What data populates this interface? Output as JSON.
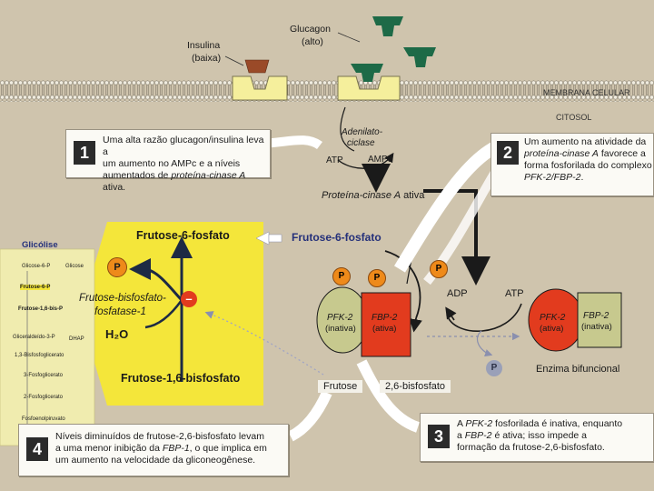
{
  "hormones": {
    "glucagon_label": "Glucagon",
    "glucagon_level": "(alto)",
    "insulin_label": "Insulina",
    "insulin_level": "(baixa)"
  },
  "membrane_label": "MEMBRANA CELULAR",
  "cytosol_label": "CITOSOL",
  "adenylate": {
    "enzyme_line1": "Adenilato-",
    "enzyme_line2": "ciclase",
    "substrate": "ATP",
    "product": "AMPc",
    "kinase": "Proteína-cinase A",
    "kinase_suffix": "ativa"
  },
  "steps": [
    {
      "number": "1",
      "lines": [
        "Uma alta razão glucagon/insulina leva a",
        "um aumento no AMPc e a níveis",
        "aumentados de |proteína-cinase A| ativa."
      ]
    },
    {
      "number": "2",
      "lines": [
        "Um aumento na atividade da",
        "|proteína-cinase A| favorece a",
        "forma fosforilada do complexo",
        "|PFK-2/FBP-2|."
      ]
    },
    {
      "number": "3",
      "lines": [
        "A |PFK-2| fosforilada é inativa, enquanto",
        "a |FBP-2| é ativa; isso impede a",
        "formação da frutose-2,6-bisfosfato."
      ]
    },
    {
      "number": "4",
      "lines": [
        "Níveis diminuídos de frutose-2,6-bisfosfato levam",
        "a uma menor inibição da |FBP-1|, o que implica em",
        "um aumento na velocidade da gliconeogênese."
      ]
    }
  ],
  "yellow_panel": {
    "top": "Frutose-6-fosfato",
    "bottom": "Frutose-1,6-bisfosfato",
    "enzyme_line1": "Frutose-bisfosfato-",
    "enzyme_line2": "fosfatase-1",
    "water": "H₂O",
    "phosphate": "P",
    "inhibitor": "–"
  },
  "glycolysis": {
    "title": "Glicólise",
    "items": [
      "Glicose-6-P",
      "Glicose",
      "Frutose-6-P",
      "Frutose-1,6-bis-P",
      "Gliceraldeído-3-P",
      "DHAP",
      "1,3-Bisfosfoglicerato",
      "3-Fosfoglicerato",
      "2-Fosfoglicerato",
      "Fosfoenolpiruvato"
    ]
  },
  "complex": {
    "f6p_label": "Frutose-6-fosfato",
    "pfk2_name": "PFK-2",
    "pfk2_state": "(inativa)",
    "fbp2_name": "FBP-2",
    "fbp2_state": "(ativa)",
    "product_part1": "Frutose",
    "product_part2": "2,6-bisfosfato",
    "adp": "ADP",
    "atp": "ATP",
    "phosphate": "P"
  },
  "bifunctional": {
    "pfk2_name": "PFK-2",
    "pfk2_state": "(ativa)",
    "fbp2_name": "FBP-2",
    "fbp2_state": "(inativa)",
    "caption": "Enzima bifuncional"
  },
  "colors": {
    "background": "#cfc4ad",
    "yellow_panel": "#f4e63a",
    "enzyme_red": "#e23b1e",
    "enzyme_olive": "#c7c98e",
    "receptor": "#f5ef9c",
    "glucagon_green": "#1d6a47",
    "insulin_brown": "#9a4a28",
    "phosphate_orange": "#ee8a1a",
    "navy_label": "#24307a"
  }
}
